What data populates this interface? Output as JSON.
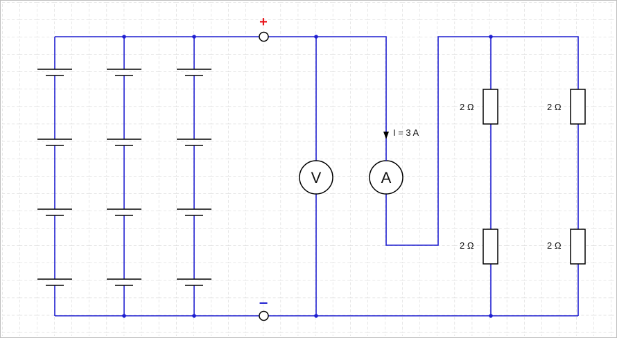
{
  "colors": {
    "wire": "#1f1fd1",
    "component": "#000000",
    "grid": "#cfcfcf",
    "plus": "#e8151b",
    "minus": "#1f1fd1"
  },
  "terminals": {
    "plus": "+",
    "minus": "−"
  },
  "meters": {
    "voltmeter": "V",
    "ammeter": "A"
  },
  "current_label": "I = 3 A",
  "resistors": {
    "r1": "2 Ω",
    "r2": "2 Ω",
    "r3": "2 Ω",
    "r4": "2 Ω"
  }
}
